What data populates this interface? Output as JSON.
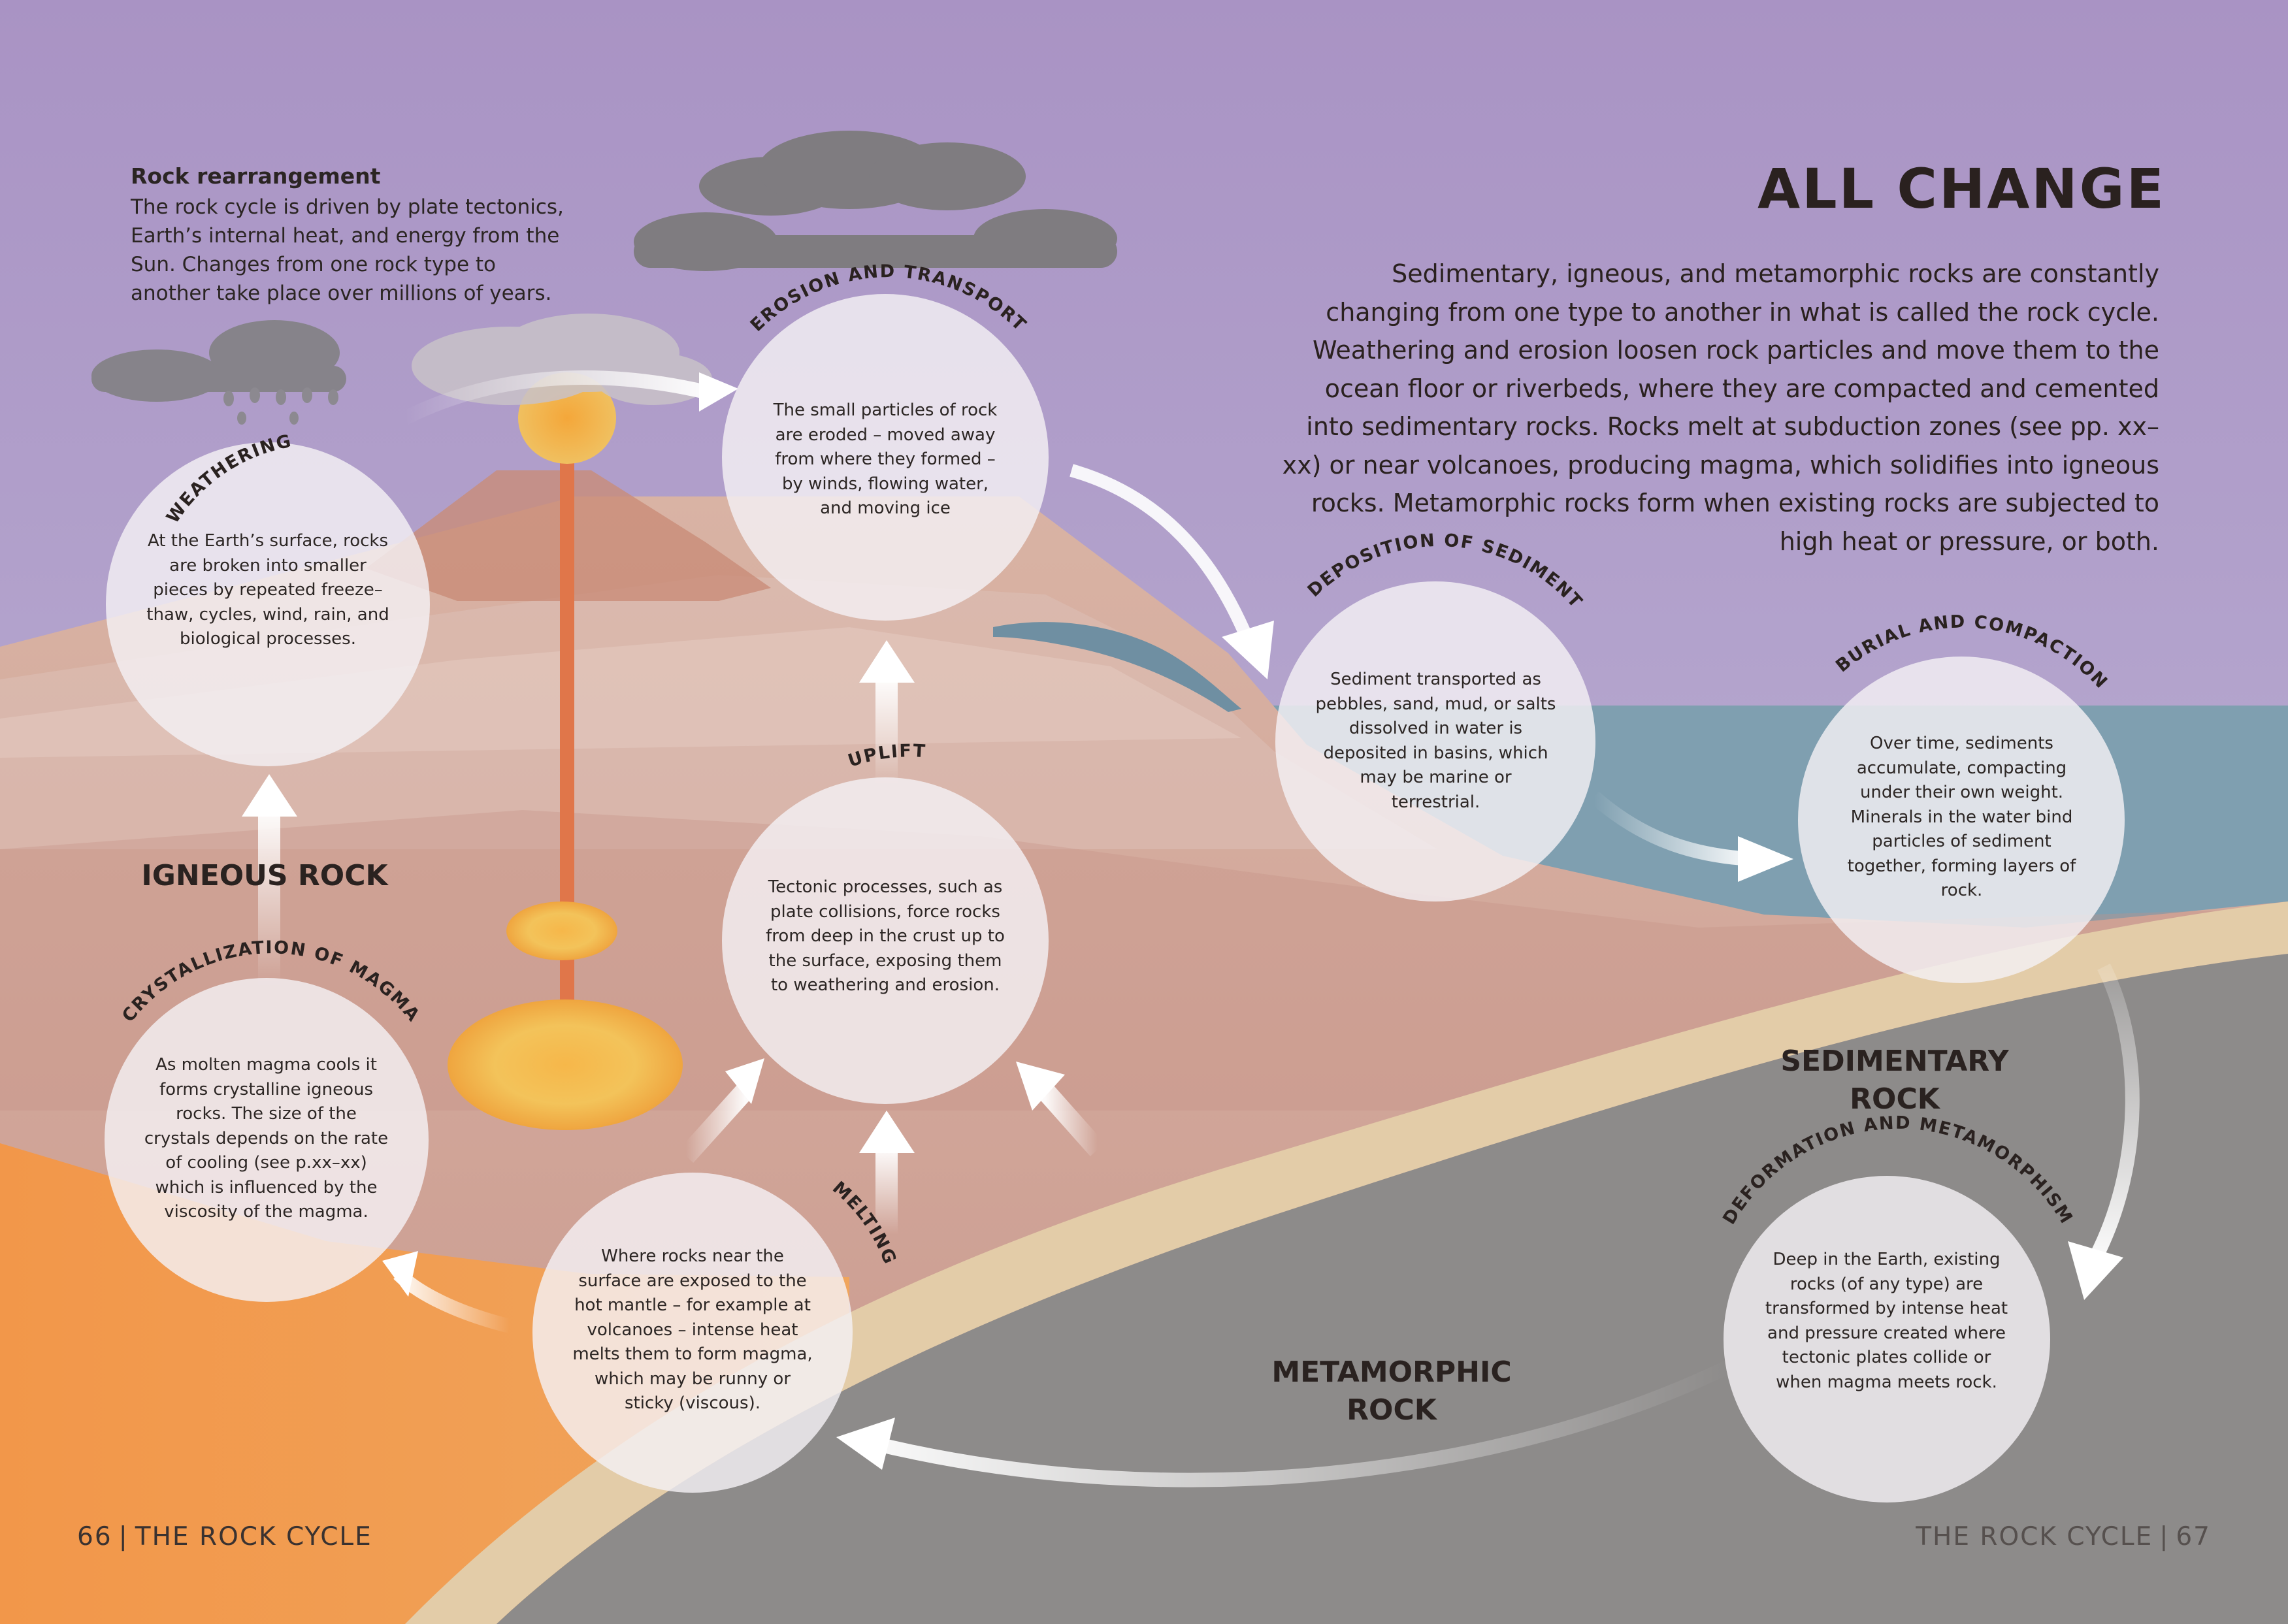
{
  "sidebar": {
    "title": "Rock rearrangement",
    "body": "The rock cycle is driven by plate tectonics, Earth’s internal heat, and energy from the Sun. Changes from one rock type to another take place over millions of years."
  },
  "header": {
    "title": "ALL CHANGE",
    "body": "Sedimentary, igneous, and metamorphic rocks are constantly changing from one type to another in what is called the rock cycle. Weathering and erosion loosen rock particles and move them to the ocean floor or riverbeds, where they are compacted and cemented into sedimentary rocks. Rocks melt at subduction zones (see pp. xx–xx) or near volcanoes, producing magma, which solidifies into igneous rocks. Metamorphic rocks form when existing rocks are subjected to high heat or pressure, or both."
  },
  "rock_types": {
    "igneous": "IGNEOUS ROCK",
    "sedimentary_1": "SEDIMENTARY",
    "sedimentary_2": "ROCK",
    "metamorphic_1": "METAMORPHIC",
    "metamorphic_2": "ROCK"
  },
  "stages": {
    "weathering": {
      "label": "WEATHERING",
      "text": "At the Earth’s surface, rocks are broken into smaller pieces by repeated freeze–thaw, cycles, wind, rain, and biological processes."
    },
    "erosion": {
      "label": "EROSION AND TRANSPORT",
      "text": "The small particles of rock are eroded – moved away from where they formed – by winds, flowing water, and moving ice"
    },
    "deposition": {
      "label": "DEPOSITION OF SEDIMENT",
      "text": "Sediment transported as pebbles, sand, mud, or salts dissolved in water is deposited in basins, which may be marine or terrestrial."
    },
    "burial": {
      "label": "BURIAL AND COMPACTION",
      "text": "Over time, sediments accumulate, compacting under their own weight. Minerals in the water bind particles of sediment together, forming layers of rock."
    },
    "uplift": {
      "label": "UPLIFT",
      "text": "Tectonic processes, such as plate collisions, force rocks from deep in the crust up to the surface, exposing them to weathering and erosion."
    },
    "crystallization": {
      "label": "CRYSTALLIZATION OF MAGMA",
      "text": "As molten magma cools it forms crystalline igneous rocks. The size of the crystals depends on the rate of cooling (see p.xx–xx) which is influenced by the viscosity of the magma."
    },
    "melting": {
      "label": "MELTING",
      "text": "Where rocks near the surface are exposed to the hot mantle – for example at volcanoes – intense heat melts them to form magma, which may be runny or sticky (viscous)."
    },
    "deformation": {
      "label": "DEFORMATION AND METAMORPHISM",
      "text": "Deep in the Earth, existing rocks (of any type) are transformed by intense heat and pressure created where tectonic plates collide or when magma meets rock."
    }
  },
  "footer": {
    "left_page": "66",
    "left_title": "THE ROCK CYCLE",
    "right_title": "THE ROCK CYCLE",
    "right_page": "67",
    "separator": "|"
  },
  "colors": {
    "sky_top": "#aa94c4",
    "sky_bottom": "#c9c4dc",
    "sea": "#7f9fb0",
    "crust": "#d2a79a",
    "mantle": "#ef9a4c",
    "metamorphic": "#8d8b8a",
    "sand_band": "#e3cca8",
    "circle_fill": "#f2eef2"
  }
}
